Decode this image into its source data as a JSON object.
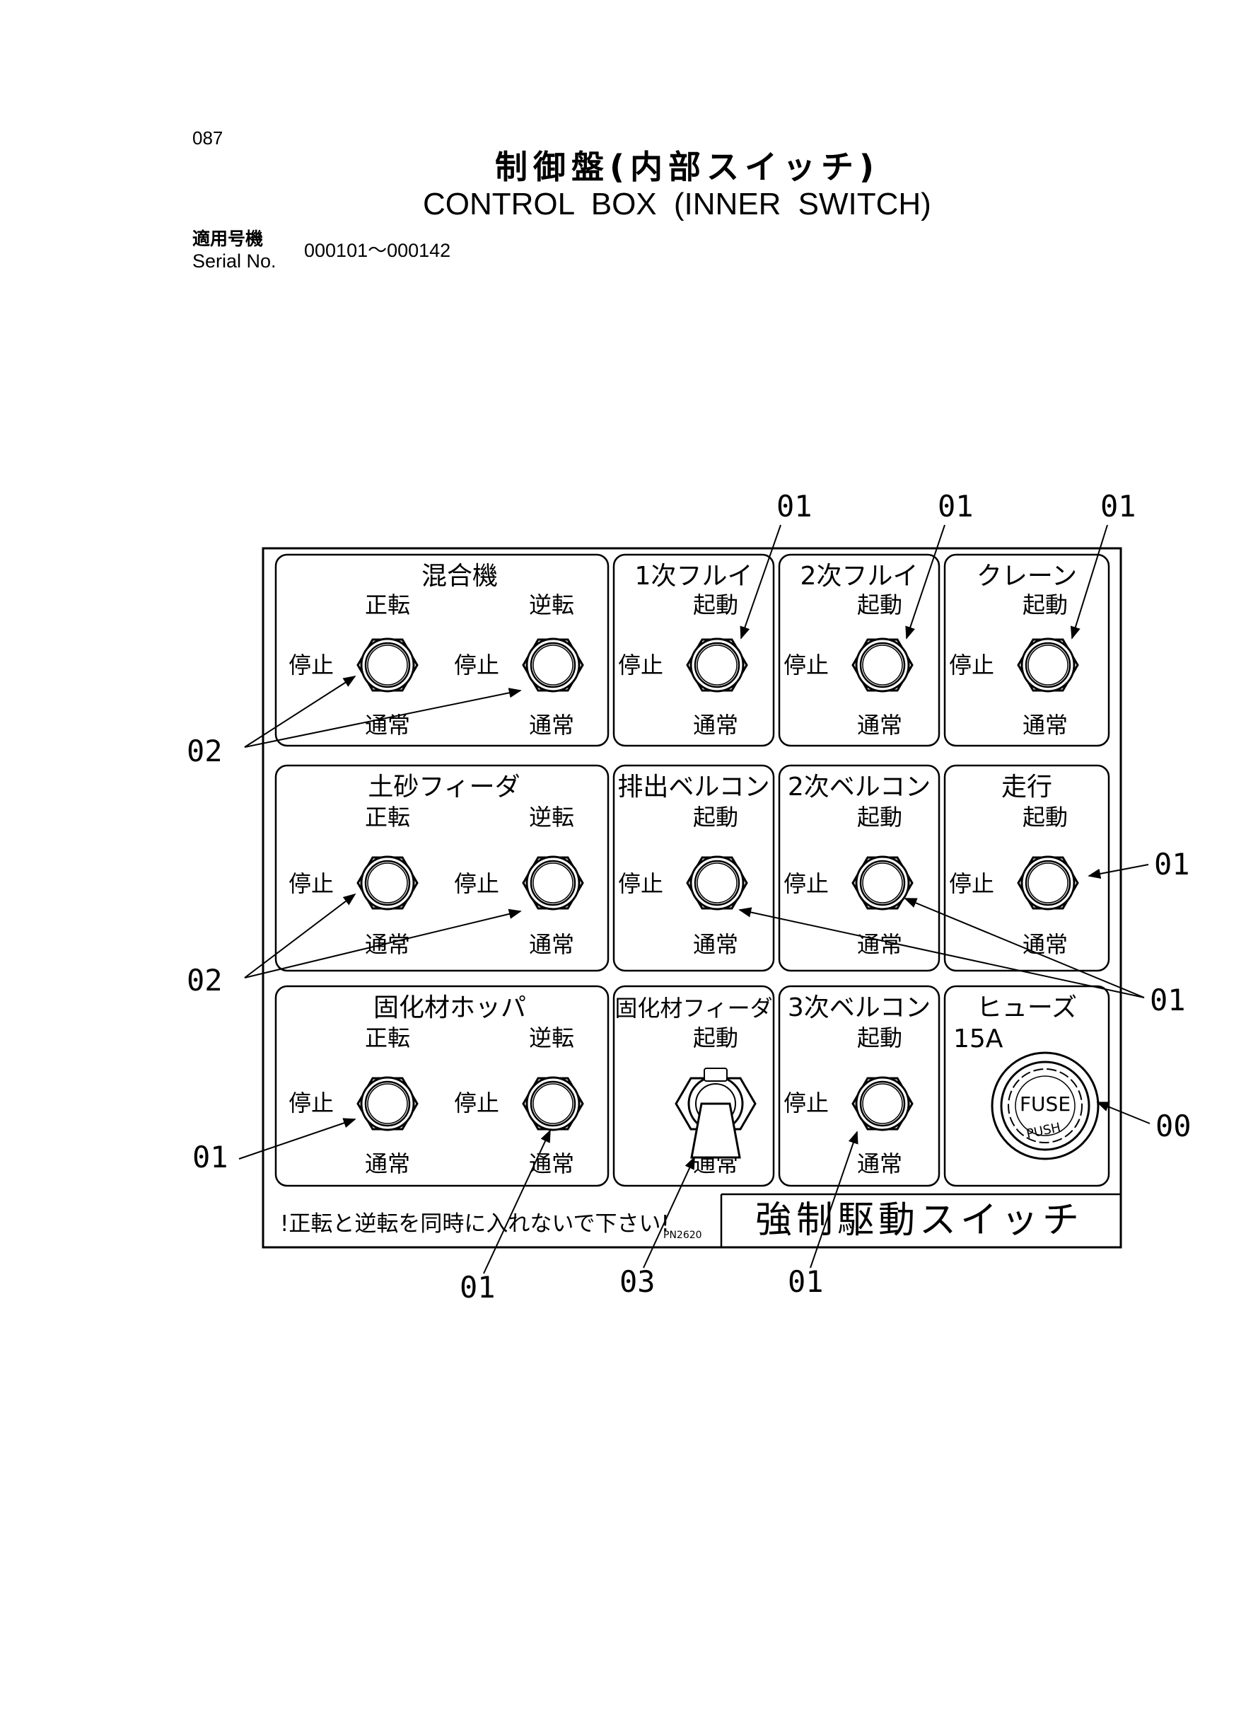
{
  "header": {
    "page_number": "087",
    "title_jp": "制御盤(内部スイッチ)",
    "title_en": "CONTROL BOX (INNER SWITCH)",
    "serial_label_jp": "適用号機",
    "serial_label_en": "Serial No.",
    "serial_range": "000101～000142"
  },
  "labels": {
    "forward": "正転",
    "reverse": "逆転",
    "stop": "停止",
    "normal": "通常",
    "start": "起動"
  },
  "panels": [
    {
      "id": "mixer",
      "title": "混合機"
    },
    {
      "id": "screen1",
      "title": "1次フルイ"
    },
    {
      "id": "screen2",
      "title": "2次フルイ"
    },
    {
      "id": "crane",
      "title": "クレーン"
    },
    {
      "id": "soil-feeder",
      "title": "土砂フィーダ"
    },
    {
      "id": "discharge-conveyor",
      "title": "排出ベルコン"
    },
    {
      "id": "conveyor2",
      "title": "2次ベルコン"
    },
    {
      "id": "travel",
      "title": "走行"
    },
    {
      "id": "hopper",
      "title": "固化材ホッパ"
    },
    {
      "id": "solid-feeder",
      "title": "固化材フィーダ"
    },
    {
      "id": "conveyor3",
      "title": "3次ベルコン"
    },
    {
      "id": "fuse-panel",
      "title": "ヒューズ"
    }
  ],
  "fuse": {
    "rating": "15A",
    "text_top": "FUSE",
    "text_bottom": "PUSH"
  },
  "bottom": {
    "warning": "!正転と逆転を同時に入れないで下さい!",
    "part_code": "PN2620",
    "forced_drive": "強制駆動スイッチ"
  },
  "callouts": {
    "c01": "01",
    "c02": "02",
    "c03": "03",
    "c00": "00"
  }
}
